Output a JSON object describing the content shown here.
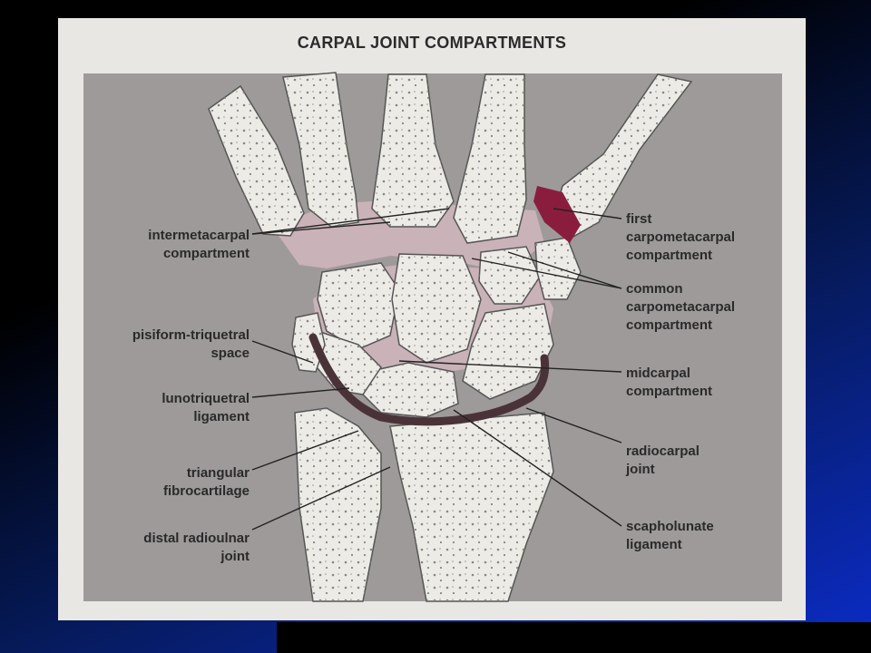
{
  "title": "CARPAL JOINT COMPARTMENTS",
  "colors": {
    "panel": "#e9e7e3",
    "figure_background": "#9f9a9a",
    "bone": "#ecebe6",
    "joint_space": "#c9b2b8",
    "first_cmc_space": "#8a1d3e",
    "radiocarpal_line": "#4a3338"
  },
  "labels": {
    "intermetacarpal": "intermetacarpal\ncompartment",
    "pisiform": "pisiform-triquetral\nspace",
    "lunotriquetral": "lunotriquetral\nligament",
    "tfc": "triangular\nfibrocartilage",
    "druj": "distal radioulnar\njoint",
    "first_cmc": "first\ncarpometacarpal\ncompartment",
    "common_cmc": "common\ncarpometacarpal\ncompartment",
    "midcarpal": "midcarpal\ncompartment",
    "radiocarpal": "radiocarpal\njoint",
    "scapholunate": "scapholunate\nligament"
  }
}
